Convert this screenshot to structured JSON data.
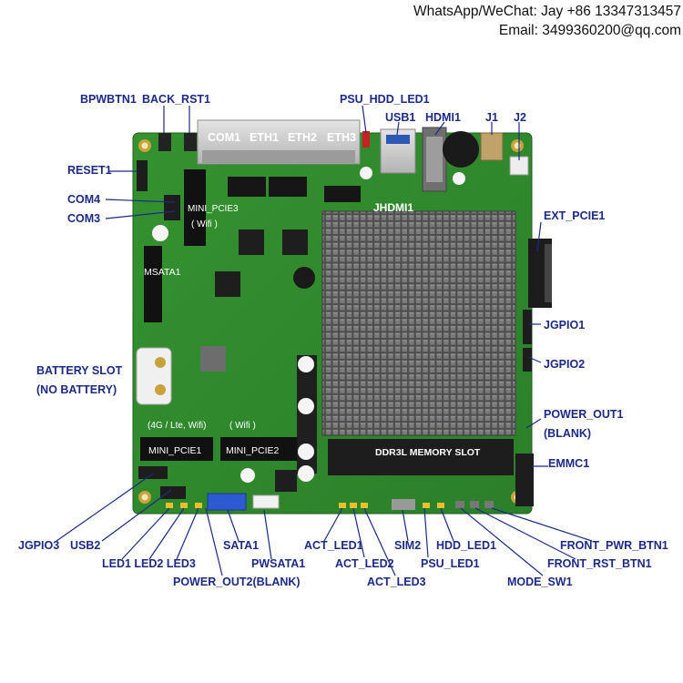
{
  "header": {
    "contact_line1": "WhatsApp/WeChat: Jay +86 13347313457",
    "contact_line2": "Email: 3499360200@qq.com"
  },
  "labels": {
    "bpwbtn1": "BPWBTN1",
    "back_rst1": "BACK_RST1",
    "psu_hdd_led1": "PSU_HDD_LED1",
    "usb1": "USB1",
    "hdmi1": "HDMI1",
    "j1": "J1",
    "j2": "J2",
    "reset1": "RESET1",
    "com4": "COM4",
    "com3": "COM3",
    "ext_pcie1": "EXT_PCIE1",
    "jgpio1": "JGPIO1",
    "jgpio2": "JGPIO2",
    "battery_slot": "BATTERY SLOT",
    "no_battery": "(NO BATTERY)",
    "power_out1": "POWER_OUT1",
    "blank": "(BLANK)",
    "emmc1": "EMMC1",
    "jgpio3": "JGPIO3",
    "usb2": "USB2",
    "led_row": "LED1 LED2 LED3",
    "power_out2": "POWER_OUT2(BLANK)",
    "sata1": "SATA1",
    "pwsata1": "PWSATA1",
    "act_led1": "ACT_LED1",
    "act_led2": "ACT_LED2",
    "act_led3": "ACT_LED3",
    "sim2": "SIM2",
    "hdd_led1": "HDD_LED1",
    "psu_led1": "PSU_LED1",
    "front_pwr_btn1": "FRONT_PWR_BTN1",
    "front_rst_btn1": "FRONT_RST_BTN1",
    "mode_sw1": "MODE_SW1"
  },
  "board": {
    "com1": "COM1",
    "eth1": "ETH1",
    "eth2": "ETH2",
    "eth3": "ETH3",
    "mini_pcie3": "MINI_PCIE3",
    "wifi": "( Wifi )",
    "jhdmi1": "JHDMI1",
    "msata1": "MSATA1",
    "lte_wifi": "(4G / Lte, Wifi)",
    "wifi2": "( Wifi )",
    "mini_pcie1": "MINI_PCIE1",
    "mini_pcie2": "MINI_PCIE2",
    "ddr3l_slot": "DDR3L MEMORY SLOT"
  },
  "colors": {
    "label_blue": "#1d2a86",
    "pcb_green": "#2f8a2e",
    "heatsink": "#5b5b5b",
    "leader_line": "#1d2a86"
  }
}
